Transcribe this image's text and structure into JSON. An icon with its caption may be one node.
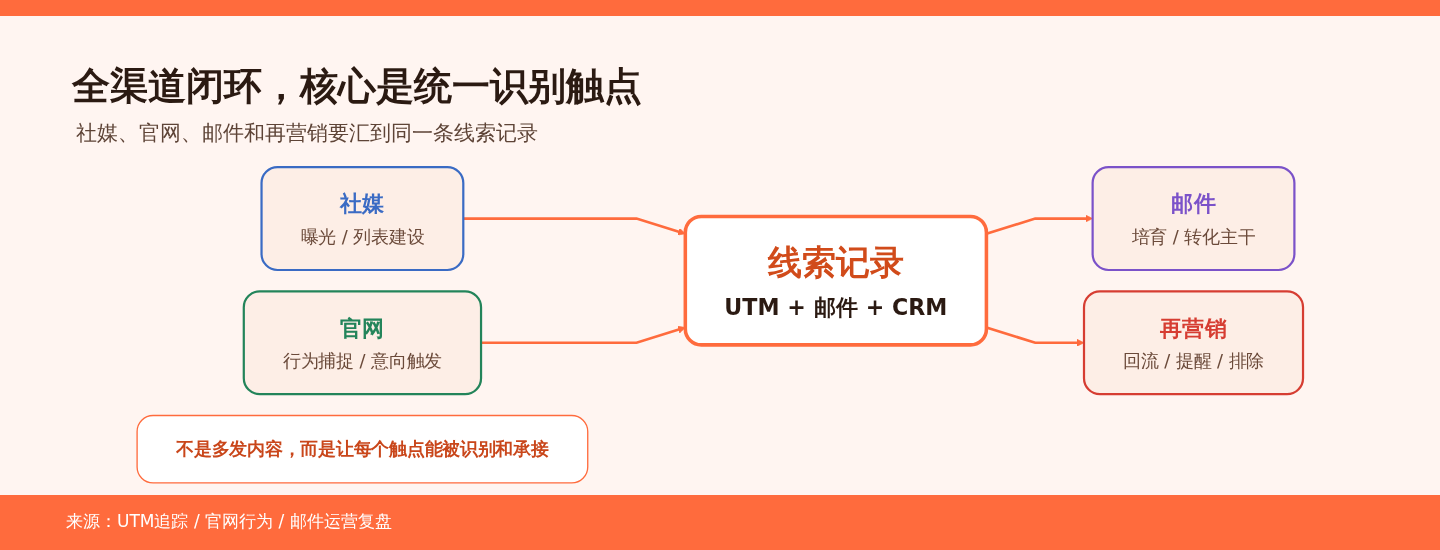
{
  "diagram": {
    "title": "全渠道闭环，核心是统一识别触点",
    "nodes": [
      {
        "text": [
          "社媒",
          "曝光 / 列表建设"
        ]
      },
      {
        "text": [
          "官网",
          "行为捕捉 / 意向触发"
        ]
      },
      {
        "text": [
          "线索记录",
          "UTM + 邮件 + CRM"
        ]
      },
      {
        "text": [
          "邮件",
          "培育 / 转化主干"
        ]
      },
      {
        "text": [
          "再营销",
          "回流 / 提醒 / 排除"
        ]
      },
      {
        "text": [
          "不是多发内容，而是让每个触点能被识别和承接"
        ]
      }
    ],
    "edges": [
      {
        "from": 0,
        "to": 2,
        "arrow": "to"
      },
      {
        "from": 1,
        "to": 2,
        "arrow": "to"
      },
      {
        "from": 2,
        "to": 3,
        "arrow": "to"
      },
      {
        "from": 2,
        "to": 4,
        "arrow": "to"
      }
    ],
    "labels": [
      "社媒、官网、邮件和再营销要汇到同一条线索记录",
      "来源：UTM追踪 / 官网行为 / 邮件运营复盘"
    ]
  }
}
